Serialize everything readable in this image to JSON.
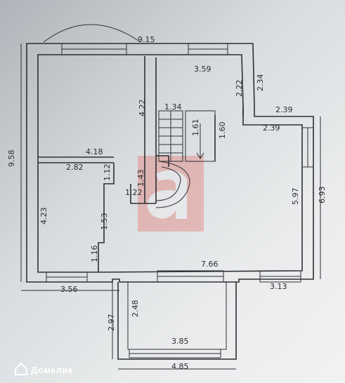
{
  "watermark": {
    "brand_text": "Домклик",
    "brand_color": "#d6403c"
  },
  "dimensions": {
    "d_915": "9.15",
    "d_359": "3.59",
    "d_222": "2.22",
    "d_234": "2.34",
    "d_422": "4.22",
    "d_134": "1.34",
    "d_161": "1.61",
    "d_160": "1.60",
    "d_239a": "2.39",
    "d_239b": "2.39",
    "d_958": "9.58",
    "d_418": "4.18",
    "d_282": "2.82",
    "d_112": "1.12",
    "d_143": "1.43",
    "d_122": "1.22",
    "d_597": "5.97",
    "d_693": "6.93",
    "d_423": "4.23",
    "d_153": "1.53",
    "d_116": "1.16",
    "d_766": "7.66",
    "d_356": "3.56",
    "d_313": "3.13",
    "d_297": "2.97",
    "d_248": "2.48",
    "d_385": "3.85",
    "d_485": "4.85"
  }
}
